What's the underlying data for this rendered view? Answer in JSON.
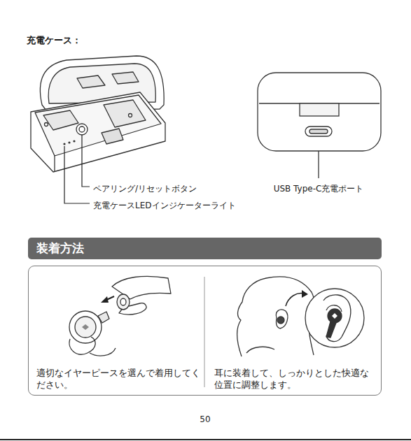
{
  "diagram": {
    "title": "充電ケース：",
    "nodes": [
      {
        "text": [
          "装着方法"
        ]
      },
      {
        "text": [
          "適切なイヤーピースを選んで着用してください。",
          "耳に装着して、しっかりとした快適な位置に調整します。"
        ]
      }
    ],
    "labels": [
      "ペアリング/リセットボタン",
      "充電ケースLEDインジケーターライト",
      "USB Type-C充電ポート",
      "50"
    ]
  }
}
